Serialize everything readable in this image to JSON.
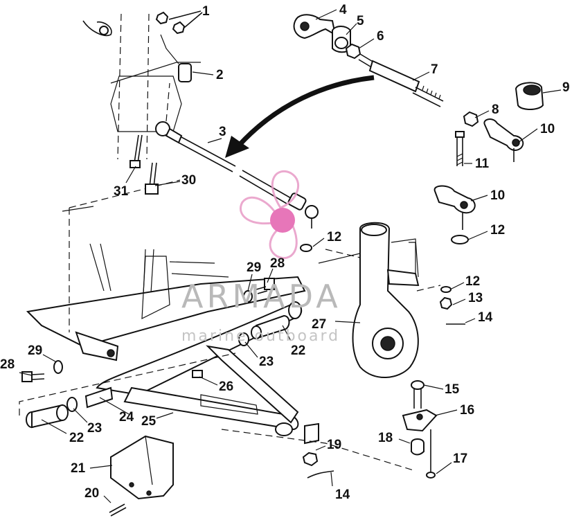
{
  "watermark": {
    "title": "ARMADA",
    "subtitle": "marine outboard",
    "logo_color": "#e79ac6",
    "logo_core_color": "#e35fad",
    "text_color": "#b9b9b9"
  },
  "callouts": [
    {
      "id": "c1",
      "label": "1"
    },
    {
      "id": "c2",
      "label": "2"
    },
    {
      "id": "c3",
      "label": "3"
    },
    {
      "id": "c4",
      "label": "4"
    },
    {
      "id": "c5",
      "label": "5"
    },
    {
      "id": "c6",
      "label": "6"
    },
    {
      "id": "c7",
      "label": "7"
    },
    {
      "id": "c8",
      "label": "8"
    },
    {
      "id": "c9",
      "label": "9"
    },
    {
      "id": "c10a",
      "label": "10"
    },
    {
      "id": "c10b",
      "label": "10"
    },
    {
      "id": "c11",
      "label": "11"
    },
    {
      "id": "c12a",
      "label": "12"
    },
    {
      "id": "c12b",
      "label": "12"
    },
    {
      "id": "c12c",
      "label": "12"
    },
    {
      "id": "c13",
      "label": "13"
    },
    {
      "id": "c14a",
      "label": "14"
    },
    {
      "id": "c14b",
      "label": "14"
    },
    {
      "id": "c15",
      "label": "15"
    },
    {
      "id": "c16",
      "label": "16"
    },
    {
      "id": "c17",
      "label": "17"
    },
    {
      "id": "c18",
      "label": "18"
    },
    {
      "id": "c19",
      "label": "19"
    },
    {
      "id": "c20",
      "label": "20"
    },
    {
      "id": "c21",
      "label": "21"
    },
    {
      "id": "c22a",
      "label": "22"
    },
    {
      "id": "c22b",
      "label": "22"
    },
    {
      "id": "c23a",
      "label": "23"
    },
    {
      "id": "c23b",
      "label": "23"
    },
    {
      "id": "c24",
      "label": "24"
    },
    {
      "id": "c25",
      "label": "25"
    },
    {
      "id": "c26",
      "label": "26"
    },
    {
      "id": "c27",
      "label": "27"
    },
    {
      "id": "c28a",
      "label": "28"
    },
    {
      "id": "c28b",
      "label": "28"
    },
    {
      "id": "c29a",
      "label": "29"
    },
    {
      "id": "c29b",
      "label": "29"
    },
    {
      "id": "c30",
      "label": "30"
    },
    {
      "id": "c31",
      "label": "31"
    }
  ]
}
